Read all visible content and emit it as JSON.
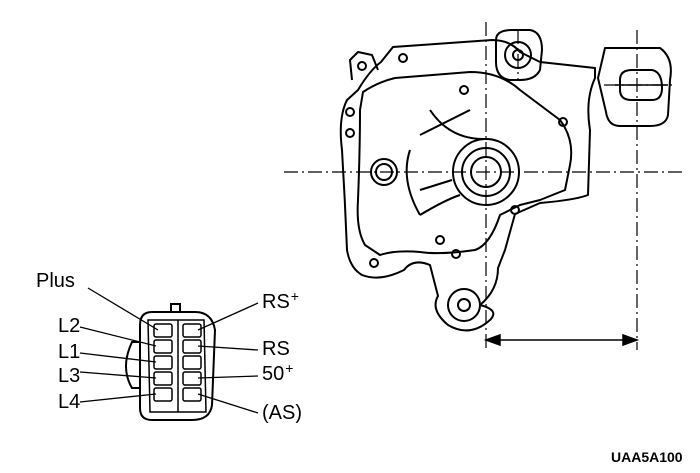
{
  "connector_labels_left": {
    "plus": "Plus",
    "l2": "L2",
    "l1": "L1",
    "l3": "L3",
    "l4": "L4"
  },
  "connector_labels_right": {
    "rs_plus_base": "RS",
    "rs_plus_sup": "+",
    "rs": "RS",
    "fifty_plus_base": "50",
    "fifty_plus_sup": "+",
    "as": "(AS)"
  },
  "figure_code": "UAA5A100",
  "colors": {
    "ink": "#000000",
    "background": "#ffffff"
  }
}
